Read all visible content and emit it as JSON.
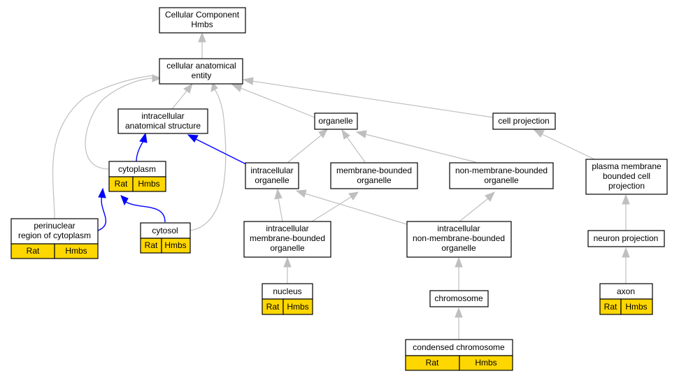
{
  "nodes": {
    "root": {
      "lines": [
        "Cellular Component",
        "Hmbs"
      ]
    },
    "cae": {
      "lines": [
        "cellular anatomical",
        "entity"
      ]
    },
    "ias": {
      "lines": [
        "intracellular",
        "anatomical structure"
      ]
    },
    "organelle": {
      "lines": [
        "organelle"
      ]
    },
    "cellproj": {
      "lines": [
        "cell projection"
      ]
    },
    "cytoplasm": {
      "lines": [
        "cytoplasm"
      ],
      "species": "Rat",
      "gene": "Hmbs"
    },
    "intraorg": {
      "lines": [
        "intracellular",
        "organelle"
      ]
    },
    "mbo": {
      "lines": [
        "membrane-bounded",
        "organelle"
      ]
    },
    "nmbo": {
      "lines": [
        "non-membrane-bounded",
        "organelle"
      ]
    },
    "pmbcp": {
      "lines": [
        "plasma membrane",
        "bounded cell",
        "projection"
      ]
    },
    "perinuclear": {
      "lines": [
        "perinuclear",
        "region of cytoplasm"
      ],
      "species": "Rat",
      "gene": "Hmbs"
    },
    "cytosol": {
      "lines": [
        "cytosol"
      ],
      "species": "Rat",
      "gene": "Hmbs"
    },
    "imbo": {
      "lines": [
        "intracellular",
        "membrane-bounded",
        "organelle"
      ]
    },
    "inmbo": {
      "lines": [
        "intracellular",
        "non-membrane-bounded",
        "organelle"
      ]
    },
    "neuronproj": {
      "lines": [
        "neuron projection"
      ]
    },
    "nucleus": {
      "lines": [
        "nucleus"
      ],
      "species": "Rat",
      "gene": "Hmbs"
    },
    "chromosome": {
      "lines": [
        "chromosome"
      ]
    },
    "axon": {
      "lines": [
        "axon"
      ],
      "species": "Rat",
      "gene": "Hmbs"
    },
    "condensed": {
      "lines": [
        "condensed chromosome"
      ],
      "species": "Rat",
      "gene": "Hmbs"
    }
  }
}
